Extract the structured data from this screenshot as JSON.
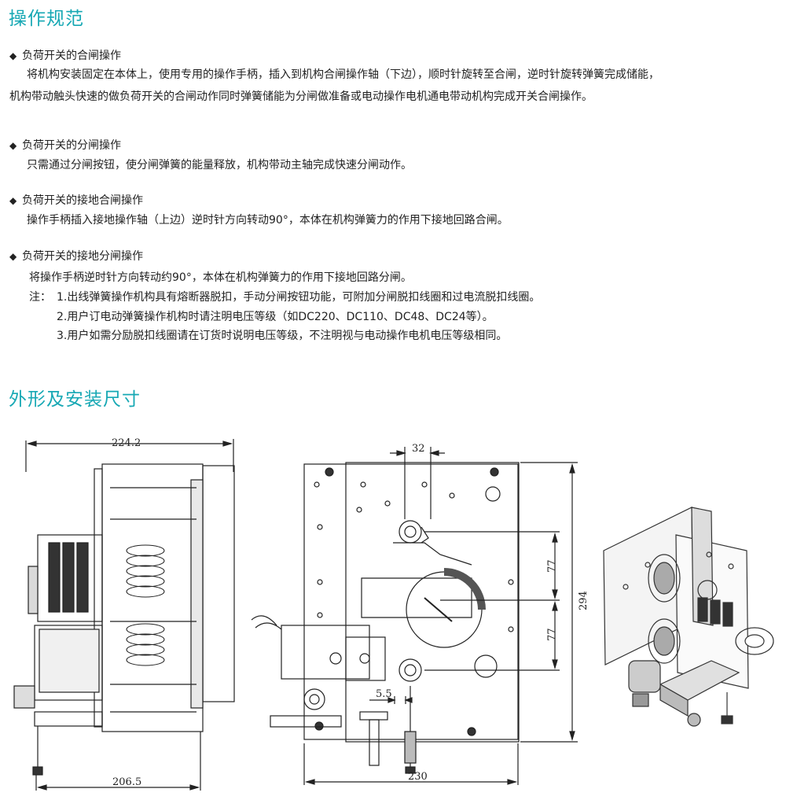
{
  "sections": {
    "operation": {
      "title": "操作规范",
      "items": [
        {
          "heading": "负荷开关的合闸操作",
          "lines": [
            "将机构安装固定在本体上，使用专用的操作手柄，插入到机构合闸操作轴（下边），顺时针旋转至合闸，逆时针旋转弹簧完成储能，",
            "机构带动触头快速的做负荷开关的合闸动作同时弹簧储能为分闸做准备或电动操作电机通电带动机构完成开关合闸操作。"
          ]
        },
        {
          "heading": "负荷开关的分闸操作",
          "lines": [
            "只需通过分闸按钮，使分闸弹簧的能量释放，机构带动主轴完成快速分闸动作。"
          ]
        },
        {
          "heading": "负荷开关的接地合闸操作",
          "lines": [
            "操作手柄插入接地操作轴（上边）逆时针方向转动90°，本体在机构弹簧力的作用下接地回路合闸。"
          ]
        },
        {
          "heading": "负荷开关的接地分闸操作",
          "lines": [
            "将操作手柄逆时针方向转动约90°，本体在机构弹簧力的作用下接地回路分闸。"
          ]
        }
      ],
      "notes_label": "注：",
      "notes": [
        "1.出线弹簧操作机构具有熔断器脱扣，手动分闸按钮功能，可附加分闸脱扣线圈和过电流脱扣线圈。",
        "2.用户订电动弹簧操作机构时请注明电压等级（如DC220、DC110、DC48、DC24等）。",
        "3.用户如需分励脱扣线圈请在订货时说明电压等级，不注明视与电动操作电机电压等级相同。"
      ]
    },
    "dimensions": {
      "title": "外形及安装尺寸",
      "side_view": {
        "top_width": "224.2",
        "bottom_width": "206.5"
      },
      "front_view": {
        "shaft_gap": "32",
        "upper": "77",
        "lower": "77",
        "total_height": "294",
        "offset": "5.5",
        "width": "230"
      }
    }
  }
}
